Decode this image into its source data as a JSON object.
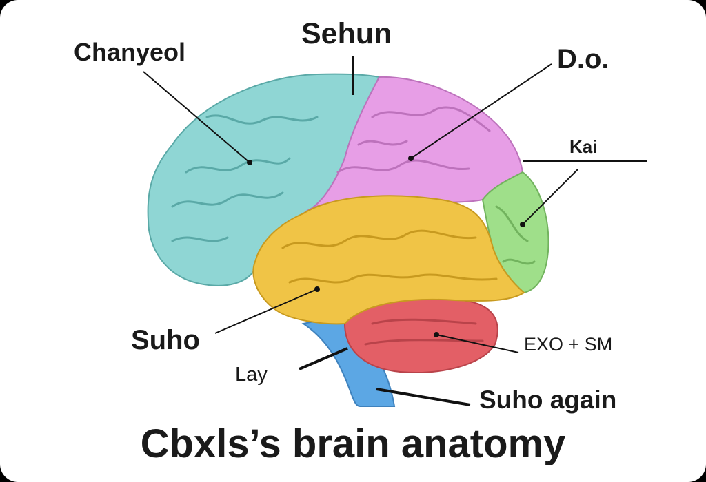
{
  "labels": {
    "chanyeol": "Chanyeol",
    "sehun": "Sehun",
    "do": "D.o.",
    "kai": "Kai",
    "suho": "Suho",
    "lay": "Lay",
    "exo_sm": "EXO + SM",
    "suho_again": "Suho again"
  },
  "title": "Cbxls’s brain anatomy",
  "colors": {
    "frontal": "#8fd6d4",
    "parietal": "#e79ee6",
    "occipital": "#9fdf8a",
    "temporal": "#f0c446",
    "cerebellum": "#e35f66",
    "brainstem": "#5ca7e4"
  }
}
